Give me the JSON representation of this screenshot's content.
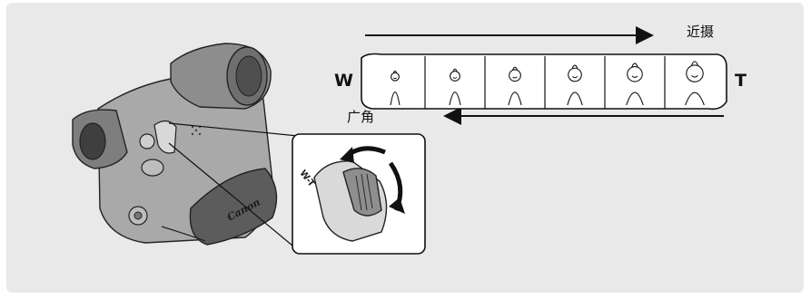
{
  "zoom_diagram": {
    "wide_end_letter": "W",
    "tele_end_letter": "T",
    "tele_direction_caption": "近摄",
    "wide_direction_caption": "广角",
    "frame_count": 6
  },
  "camcorder": {
    "lever_marking": "W-T",
    "brand_logo": "Canon"
  },
  "colors": {
    "panel_background": "#e9e9e9",
    "line_color": "#111111",
    "film_strip_fill": "#ffffff",
    "body_shade": "#9a9a9a"
  }
}
